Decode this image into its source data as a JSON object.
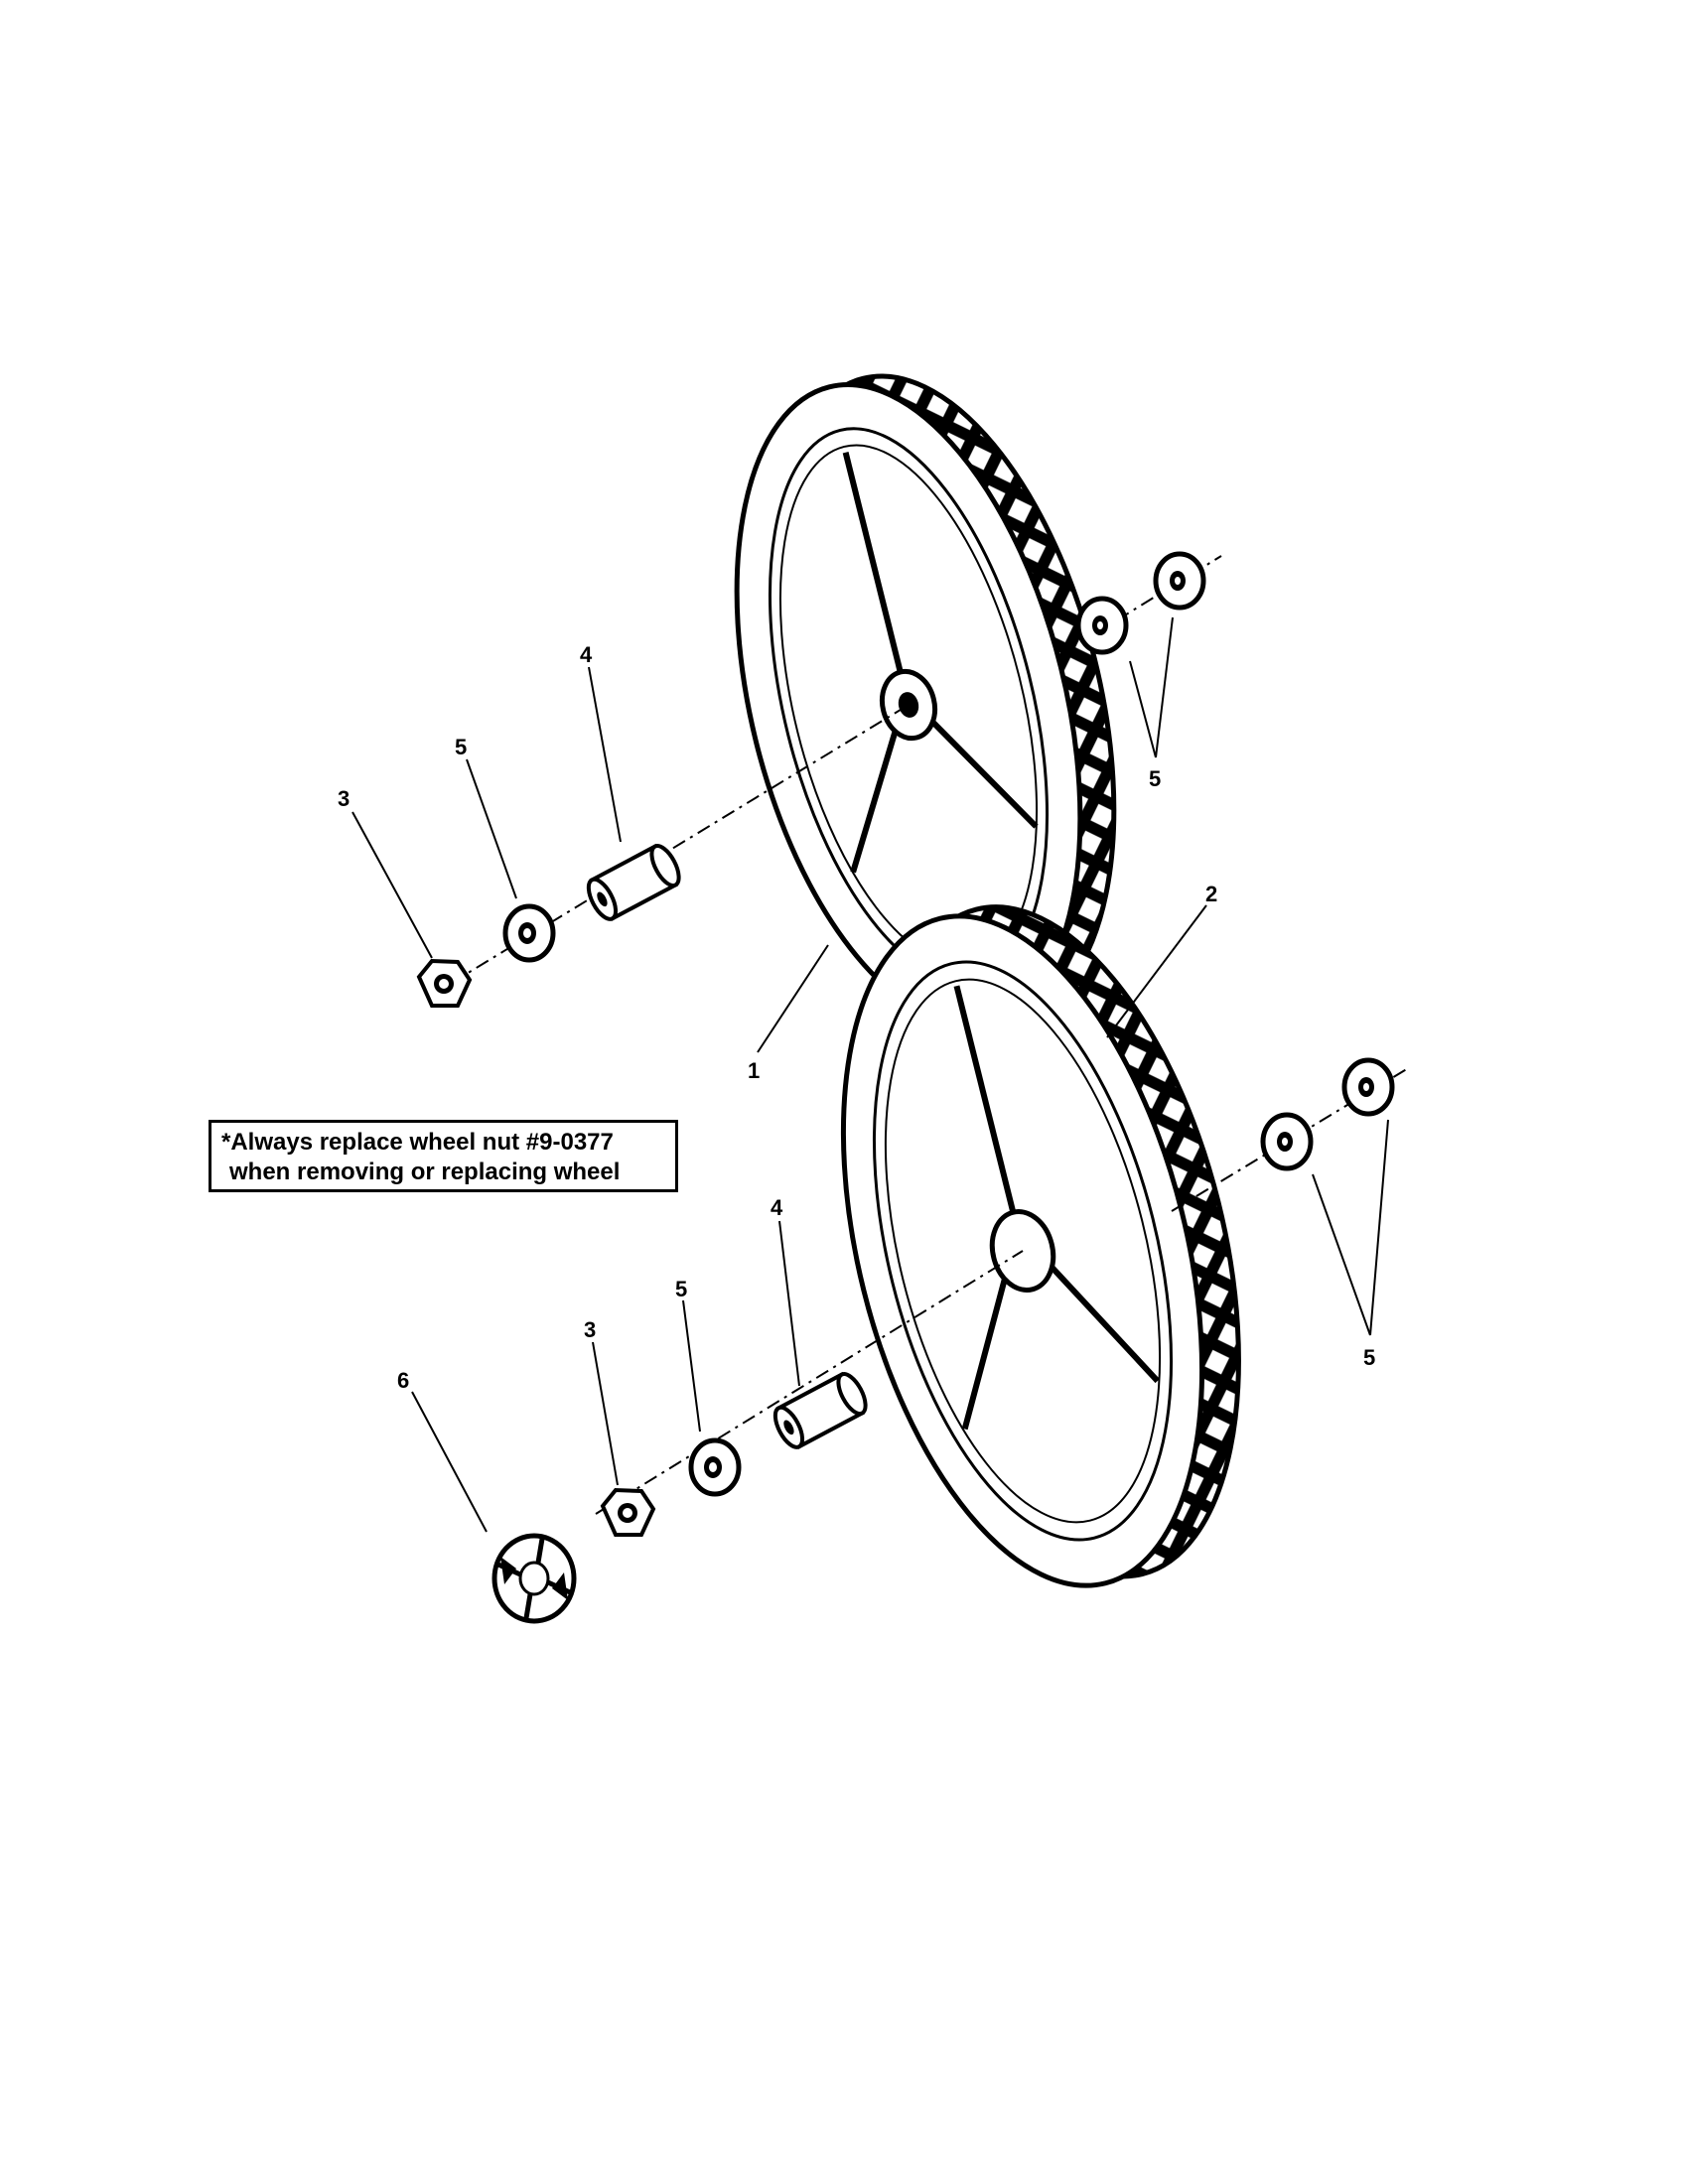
{
  "note": {
    "line1": "*Always replace wheel nut #9-0377",
    "line2": "when removing or replacing wheel"
  },
  "callouts": {
    "upper_wheel": "1",
    "lower_wheel": "2",
    "upper_nut": "3",
    "upper_spacer": "4",
    "upper_washer_left": "5",
    "upper_washers_right": "5",
    "lower_nut": "3",
    "lower_spacer": "4",
    "lower_washer_left": "5",
    "lower_washers_right": "5",
    "hub_cap": "6"
  },
  "colors": {
    "ink": "#000000",
    "paper": "#ffffff"
  }
}
